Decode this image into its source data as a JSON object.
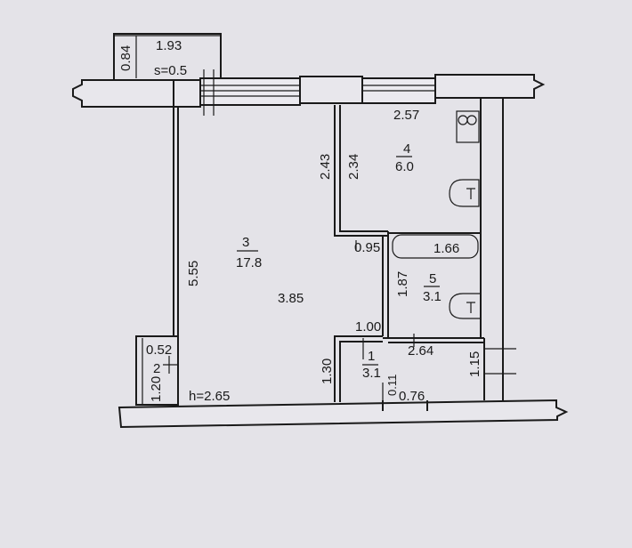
{
  "balcony": {
    "width": "1.93",
    "depth": "0.84",
    "area_label": "s=0.5"
  },
  "rooms": {
    "room4": {
      "number": "4",
      "area": "6.0",
      "width": "2.57",
      "height_outer": "2.43",
      "height_inner": "2.34"
    },
    "room3": {
      "number": "3",
      "area": "17.8",
      "length": "5.55",
      "width": "3.85",
      "door_width": "0.95",
      "wall_seg": "1.30"
    },
    "room5": {
      "number": "5",
      "area": "3.1",
      "width": "1.66",
      "depth": "1.87"
    },
    "room1": {
      "number": "1",
      "area": "3.1",
      "width": "2.64",
      "depth": "1.00",
      "door_width": "0.76",
      "small_dim": "0.11",
      "side_dim": "1.15"
    },
    "room2": {
      "number": "2",
      "width": "0.52",
      "depth": "1.20"
    }
  },
  "ceiling_height": "h=2.65"
}
